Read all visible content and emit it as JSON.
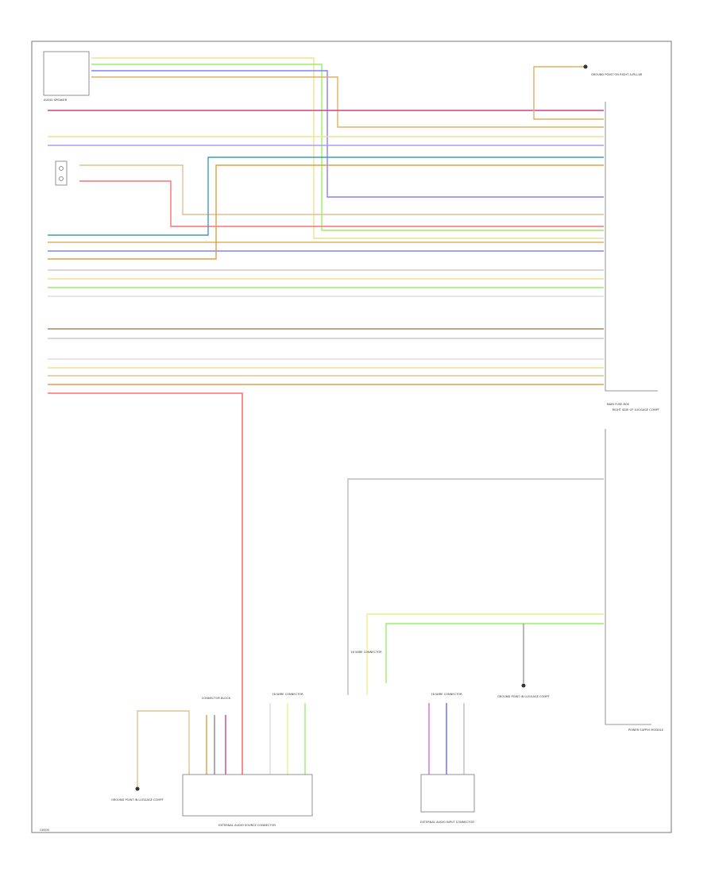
{
  "labels": {
    "audio_speaker": "AUDIO SPEAKER",
    "ground_top": "GROUND POINT ON RIGHT A-PILLAR",
    "main_fuse": "MAIN FUSE BOX",
    "main_fuse_sub": "RIGHT SIDE OF LUGGAGE COMPT",
    "power_supply": "POWER SUPPLY MODULE",
    "ground_mid": "GROUND POINT IN LUGGAGE COMPT",
    "ground_left": "GROUND POINT IN LUGGAGE COMPT",
    "ext_audio_conn": "EXTERNAL AUDIO SOURCE CONNECTOR",
    "ext_audio_input": "EXTERNAL AUDIO INPUT CONNECTOR",
    "conn_a": "16 WIRE CONNECTOR",
    "conn_b": "16 WIRE CONNECTOR",
    "conn_c": "16 WIRE CONNECTOR",
    "connector_block": "CONNECTOR BLOCK",
    "footer_code": "G0000"
  },
  "colors": {
    "frame": "#777777",
    "wire_yellow": "#f0e090",
    "wire_orange": "#e0b060",
    "wire_blue": "#8080ff",
    "wire_red": "#ff7070",
    "wire_magenta": "#cc4488",
    "wire_green": "#99ee66",
    "wire_teal": "#4499bb",
    "wire_gray": "#bbbbbb",
    "wire_brown": "#aa8855"
  }
}
